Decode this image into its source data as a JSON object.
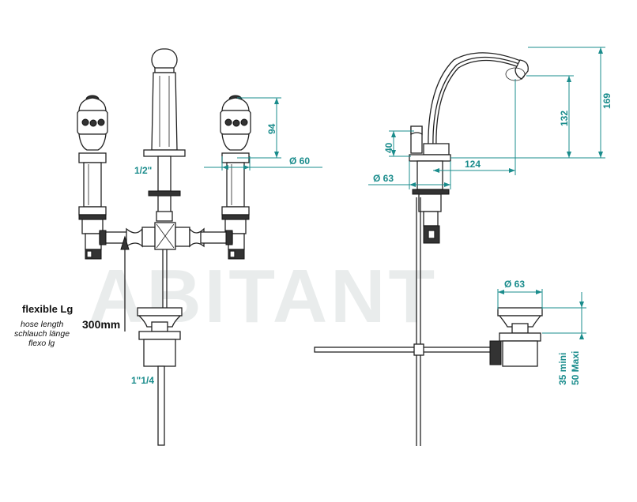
{
  "watermark": "ABITANT",
  "left": {
    "dim_94": "94",
    "dim_60": "Ø 60",
    "thread_top": "1/2\"",
    "thread_bottom": "1\"1/4",
    "hose_title": "flexible Lg",
    "hose_en": "hose length",
    "hose_de": "schlauch länge",
    "hose_fr": "flexo lg",
    "hose_length": "300mm"
  },
  "right": {
    "dim_40": "40",
    "dim_63_top": "Ø 63",
    "dim_124": "124",
    "dim_132": "132",
    "dim_169": "169",
    "dim_63_bottom": "Ø 63",
    "dim_35": "35 mini",
    "dim_50": "50 Maxi"
  },
  "colors": {
    "dimension": "#1a8c8c",
    "drawing": "#222222"
  }
}
